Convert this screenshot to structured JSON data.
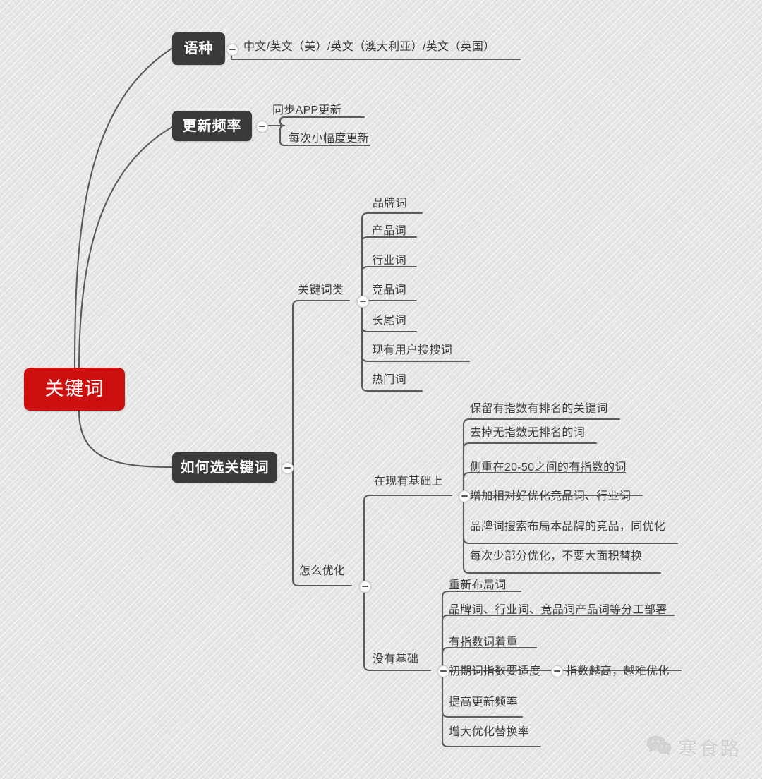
{
  "diagram": {
    "title": "关键词",
    "type": "mindmap",
    "colors": {
      "root_fill": "#cc1010",
      "branch_fill": "#3a3a38",
      "wire": "#5a5a56",
      "text": "#3c3c3a",
      "background": "#e3e3e3",
      "watermark": "#cfcfcf"
    }
  },
  "root": {
    "label": "关键词"
  },
  "branches": [
    {
      "label": "语种",
      "toggle": "collapse-toggle",
      "children": [
        {
          "label": "中文/英文（美）/英文（澳大利亚）/英文（英国）"
        }
      ]
    },
    {
      "label": "更新频率",
      "toggle": "collapse-toggle",
      "children": [
        {
          "label": "同步APP更新"
        },
        {
          "label": "每次小幅度更新"
        }
      ]
    },
    {
      "label": "如何选关键词",
      "toggle": "collapse-toggle",
      "children": [
        {
          "label": "关键词类",
          "toggle": "collapse-toggle",
          "children": [
            {
              "label": "品牌词"
            },
            {
              "label": "产品词"
            },
            {
              "label": "行业词"
            },
            {
              "label": "竞品词"
            },
            {
              "label": "长尾词"
            },
            {
              "label": "现有用户搜搜词"
            },
            {
              "label": "热门词"
            }
          ]
        },
        {
          "label": "怎么优化",
          "toggle": "collapse-toggle",
          "children": [
            {
              "label": "在现有基础上",
              "toggle": "collapse-toggle",
              "children": [
                {
                  "label": "保留有指数有排名的关键词"
                },
                {
                  "label": "去掉无指数无排名的词"
                },
                {
                  "label": "侧重在20-50之间的有指数的词"
                },
                {
                  "label": "增加相对好优化竞品词、行业词"
                },
                {
                  "label": "品牌词搜索布局本品牌的竞品，同优化"
                },
                {
                  "label": "每次少部分优化，不要大面积替换"
                }
              ]
            },
            {
              "label": "没有基础",
              "toggle": "collapse-toggle",
              "children": [
                {
                  "label": "重新布局词"
                },
                {
                  "label": "品牌词、行业词、竞品词产品词等分工部署"
                },
                {
                  "label": "有指数词着重"
                },
                {
                  "label": "初期词指数要适度",
                  "toggle": "collapse-toggle",
                  "children": [
                    {
                      "label": "指数越高，越难优化"
                    }
                  ]
                },
                {
                  "label": "提高更新频率"
                },
                {
                  "label": "增大优化替换率"
                }
              ]
            }
          ]
        }
      ]
    }
  ],
  "watermark": {
    "icon": "wechat-icon",
    "text": "寒食路"
  }
}
